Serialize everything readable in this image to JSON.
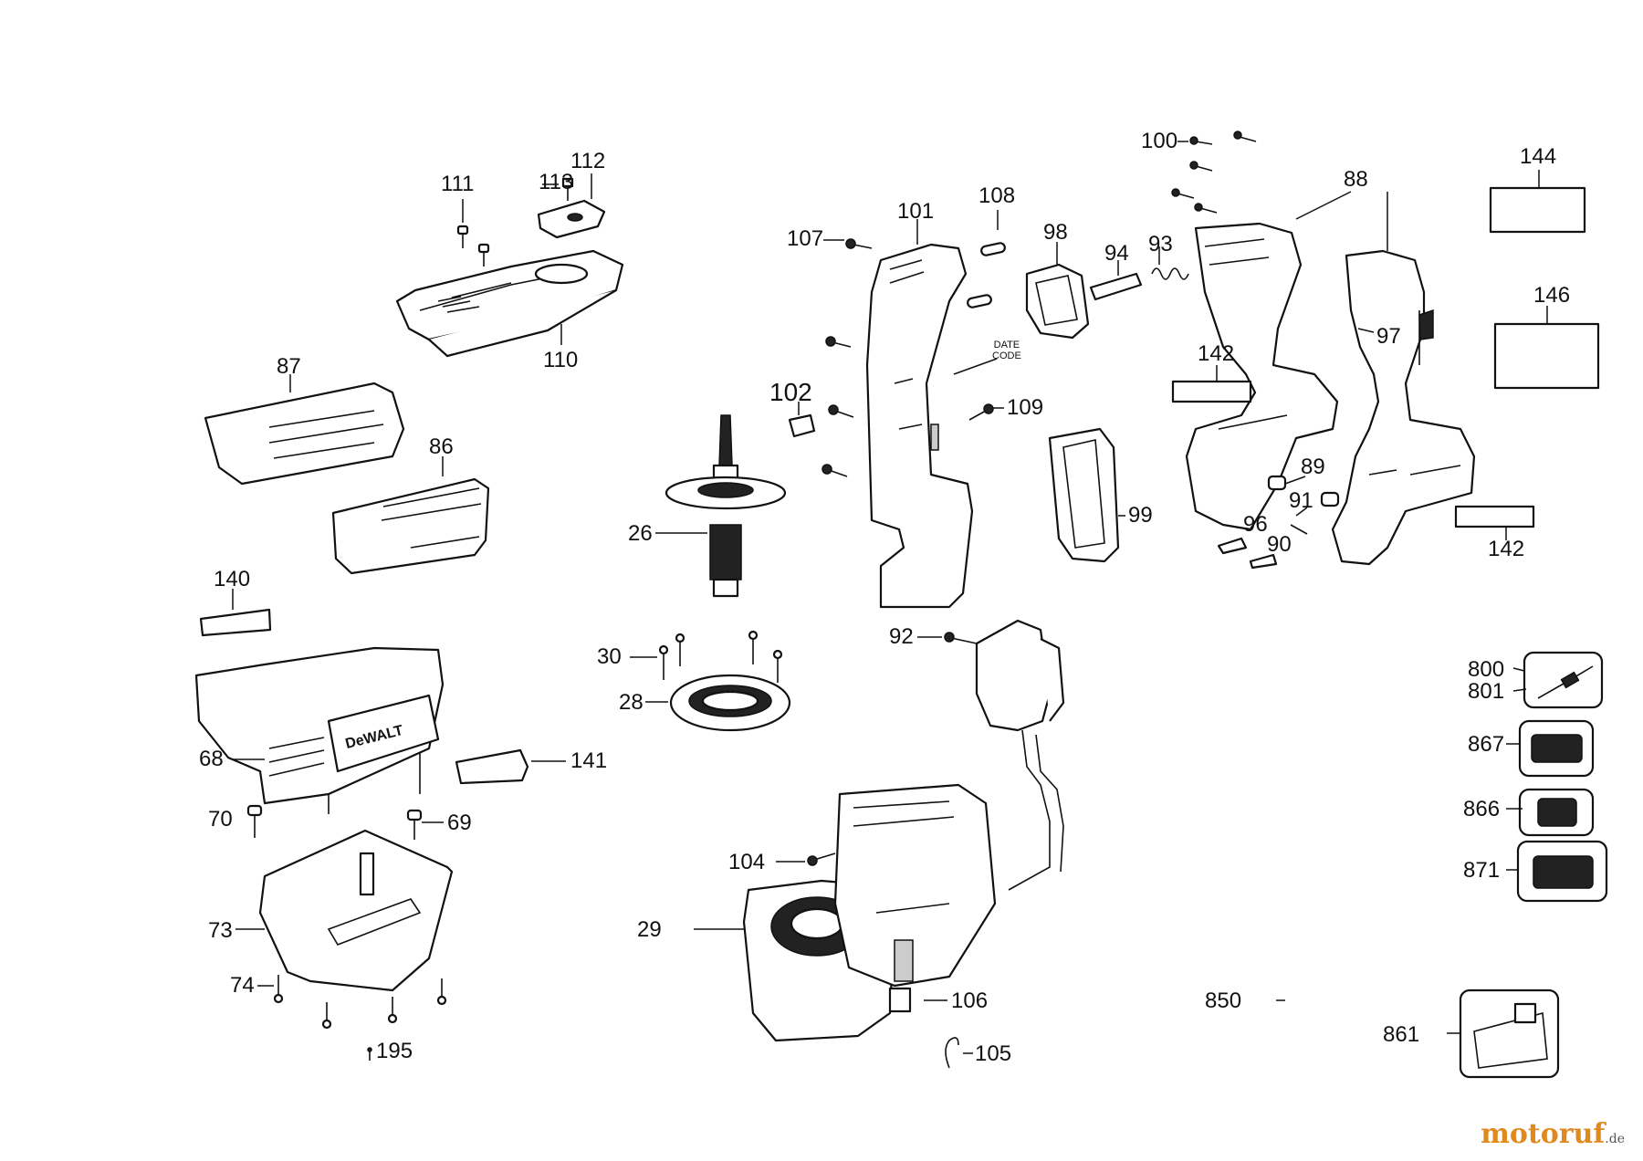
{
  "callouts": {
    "c26": "26",
    "c28": "28",
    "c29": "29",
    "c30": "30",
    "c68": "68",
    "c69": "69",
    "c70": "70",
    "c73": "73",
    "c74": "74",
    "c86": "86",
    "c87": "87",
    "c88": "88",
    "c89": "89",
    "c90": "90",
    "c91": "91",
    "c92": "92",
    "c93": "93",
    "c94": "94",
    "c96": "96",
    "c97": "97",
    "c98": "98",
    "c99": "99",
    "c100": "100",
    "c101": "101",
    "c102": "102",
    "c104": "104",
    "c105": "105",
    "c106": "106",
    "c107": "107",
    "c108": "108",
    "c109": "109",
    "c110": "110",
    "c111": "111",
    "c112": "112",
    "c113": "113",
    "c140": "140",
    "c141": "141",
    "c142a": "142",
    "c142b": "142",
    "c144": "144",
    "c146": "146",
    "c195": "195",
    "c800": "800",
    "c801": "801",
    "c850": "850",
    "c861": "861",
    "c866": "866",
    "c867": "867",
    "c871": "871"
  },
  "date_code": {
    "line1": "DATE",
    "line2": "CODE"
  },
  "brand_plate": "DeWALT",
  "watermark": {
    "main": "motoruf",
    "suffix": ".de"
  }
}
